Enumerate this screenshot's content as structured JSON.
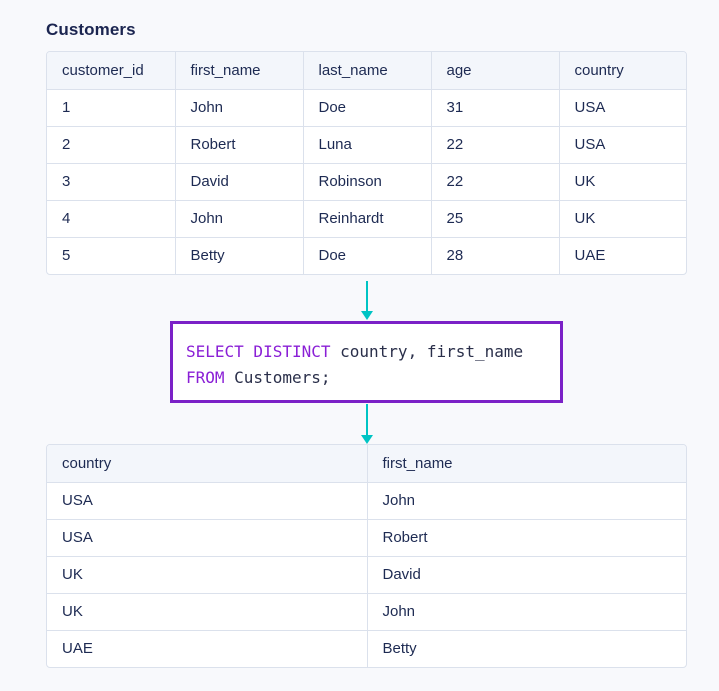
{
  "title": "Customers",
  "customers_table": {
    "columns": [
      "customer_id",
      "first_name",
      "last_name",
      "age",
      "country"
    ],
    "rows": [
      [
        "1",
        "John",
        "Doe",
        "31",
        "USA"
      ],
      [
        "2",
        "Robert",
        "Luna",
        "22",
        "USA"
      ],
      [
        "3",
        "David",
        "Robinson",
        "22",
        "UK"
      ],
      [
        "4",
        "John",
        "Reinhardt",
        "25",
        "UK"
      ],
      [
        "5",
        "Betty",
        "Doe",
        "28",
        "UAE"
      ]
    ]
  },
  "query": {
    "line1_kw": "SELECT DISTINCT",
    "line1_rest": " country, first_name",
    "line2_kw": "FROM",
    "line2_rest": " Customers;"
  },
  "result_table": {
    "columns": [
      "country",
      "first_name"
    ],
    "rows": [
      [
        "USA",
        "John"
      ],
      [
        "USA",
        "Robert"
      ],
      [
        "UK",
        "David"
      ],
      [
        "UK",
        "John"
      ],
      [
        "UAE",
        "Betty"
      ]
    ]
  },
  "colors": {
    "keyword": "#8a1fd6",
    "query_border": "#7b21c7",
    "arrow": "#00c4c4",
    "table_border": "#dbe1ec"
  }
}
